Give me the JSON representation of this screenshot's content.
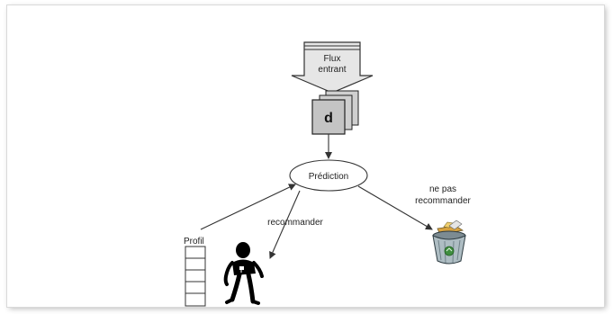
{
  "diagram": {
    "input_flow_label_line1": "Flux",
    "input_flow_label_line2": "entrant",
    "document_label": "d",
    "prediction_label": "Prédiction",
    "recommend_label": "recommander",
    "not_recommend_line1": "ne pas",
    "not_recommend_line2": "recommander",
    "profile_label": "Profil"
  }
}
